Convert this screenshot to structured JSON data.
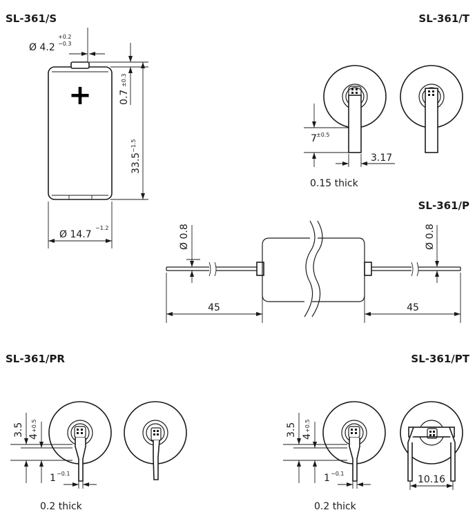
{
  "titles": {
    "s": "SL-361/S",
    "t": "SL-361/T",
    "p": "SL-361/P",
    "pr": "SL-361/PR",
    "pt": "SL-361/PT"
  },
  "s": {
    "plus": "+",
    "tip_dia": "Ø 4.2",
    "tip_dia_tol_top": "+0.2",
    "tip_dia_tol_bottom": "−0.3",
    "tip_height": "0.7",
    "tip_height_tol": "±0.3",
    "length": "33.5",
    "length_tol": "−1.5",
    "body_dia": "Ø 14.7",
    "body_dia_tol": "−1.2"
  },
  "t": {
    "tab_len": "7",
    "tab_len_tol": "±0.5",
    "tab_width": "3.17",
    "thickness": "0.15 thick"
  },
  "p": {
    "pin_dia_left": "Ø 0.8",
    "pin_dia_right": "Ø 0.8",
    "lead_left": "45",
    "lead_right": "45"
  },
  "pr": {
    "dim_a": "3.5",
    "dim_b": "4",
    "dim_b_tol": "+0.5",
    "pin_w": "1",
    "pin_w_tol": "−0.1",
    "thickness": "0.2 thick"
  },
  "pt": {
    "dim_a": "3.5",
    "dim_b": "4",
    "dim_b_tol": "+0.5",
    "pin_w": "1",
    "pin_w_tol": "−0.1",
    "pitch": "10.16",
    "thickness": "0.2 thick"
  }
}
